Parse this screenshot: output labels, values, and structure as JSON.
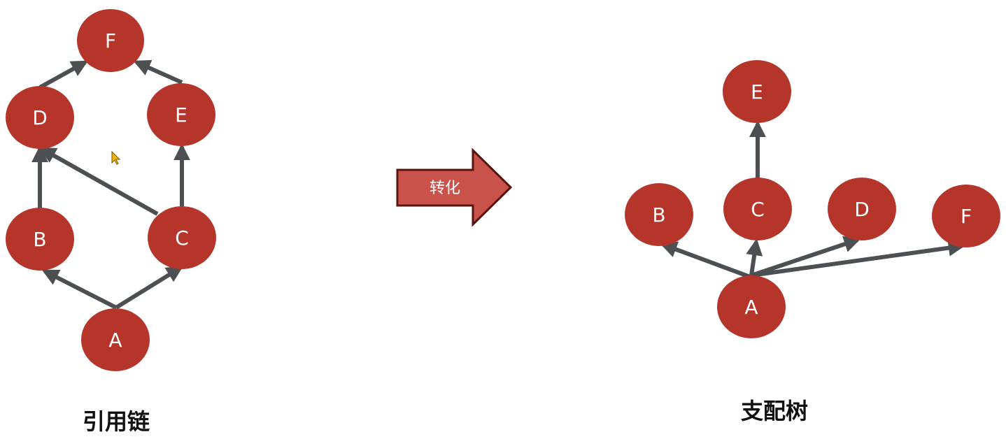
{
  "left_diagram": {
    "caption": "引用链",
    "nodes": {
      "A": "A",
      "B": "B",
      "C": "C",
      "D": "D",
      "E": "E",
      "F": "F"
    }
  },
  "transform_arrow": {
    "label": "转化"
  },
  "right_diagram": {
    "caption": "支配树",
    "nodes": {
      "A": "A",
      "B": "B",
      "C": "C",
      "D": "D",
      "E": "E",
      "F": "F"
    }
  },
  "colors": {
    "node_fill": "#b5352a",
    "edge": "#4d5052",
    "arrow_fill": "#c9534a",
    "arrow_stroke": "#5a1410"
  }
}
